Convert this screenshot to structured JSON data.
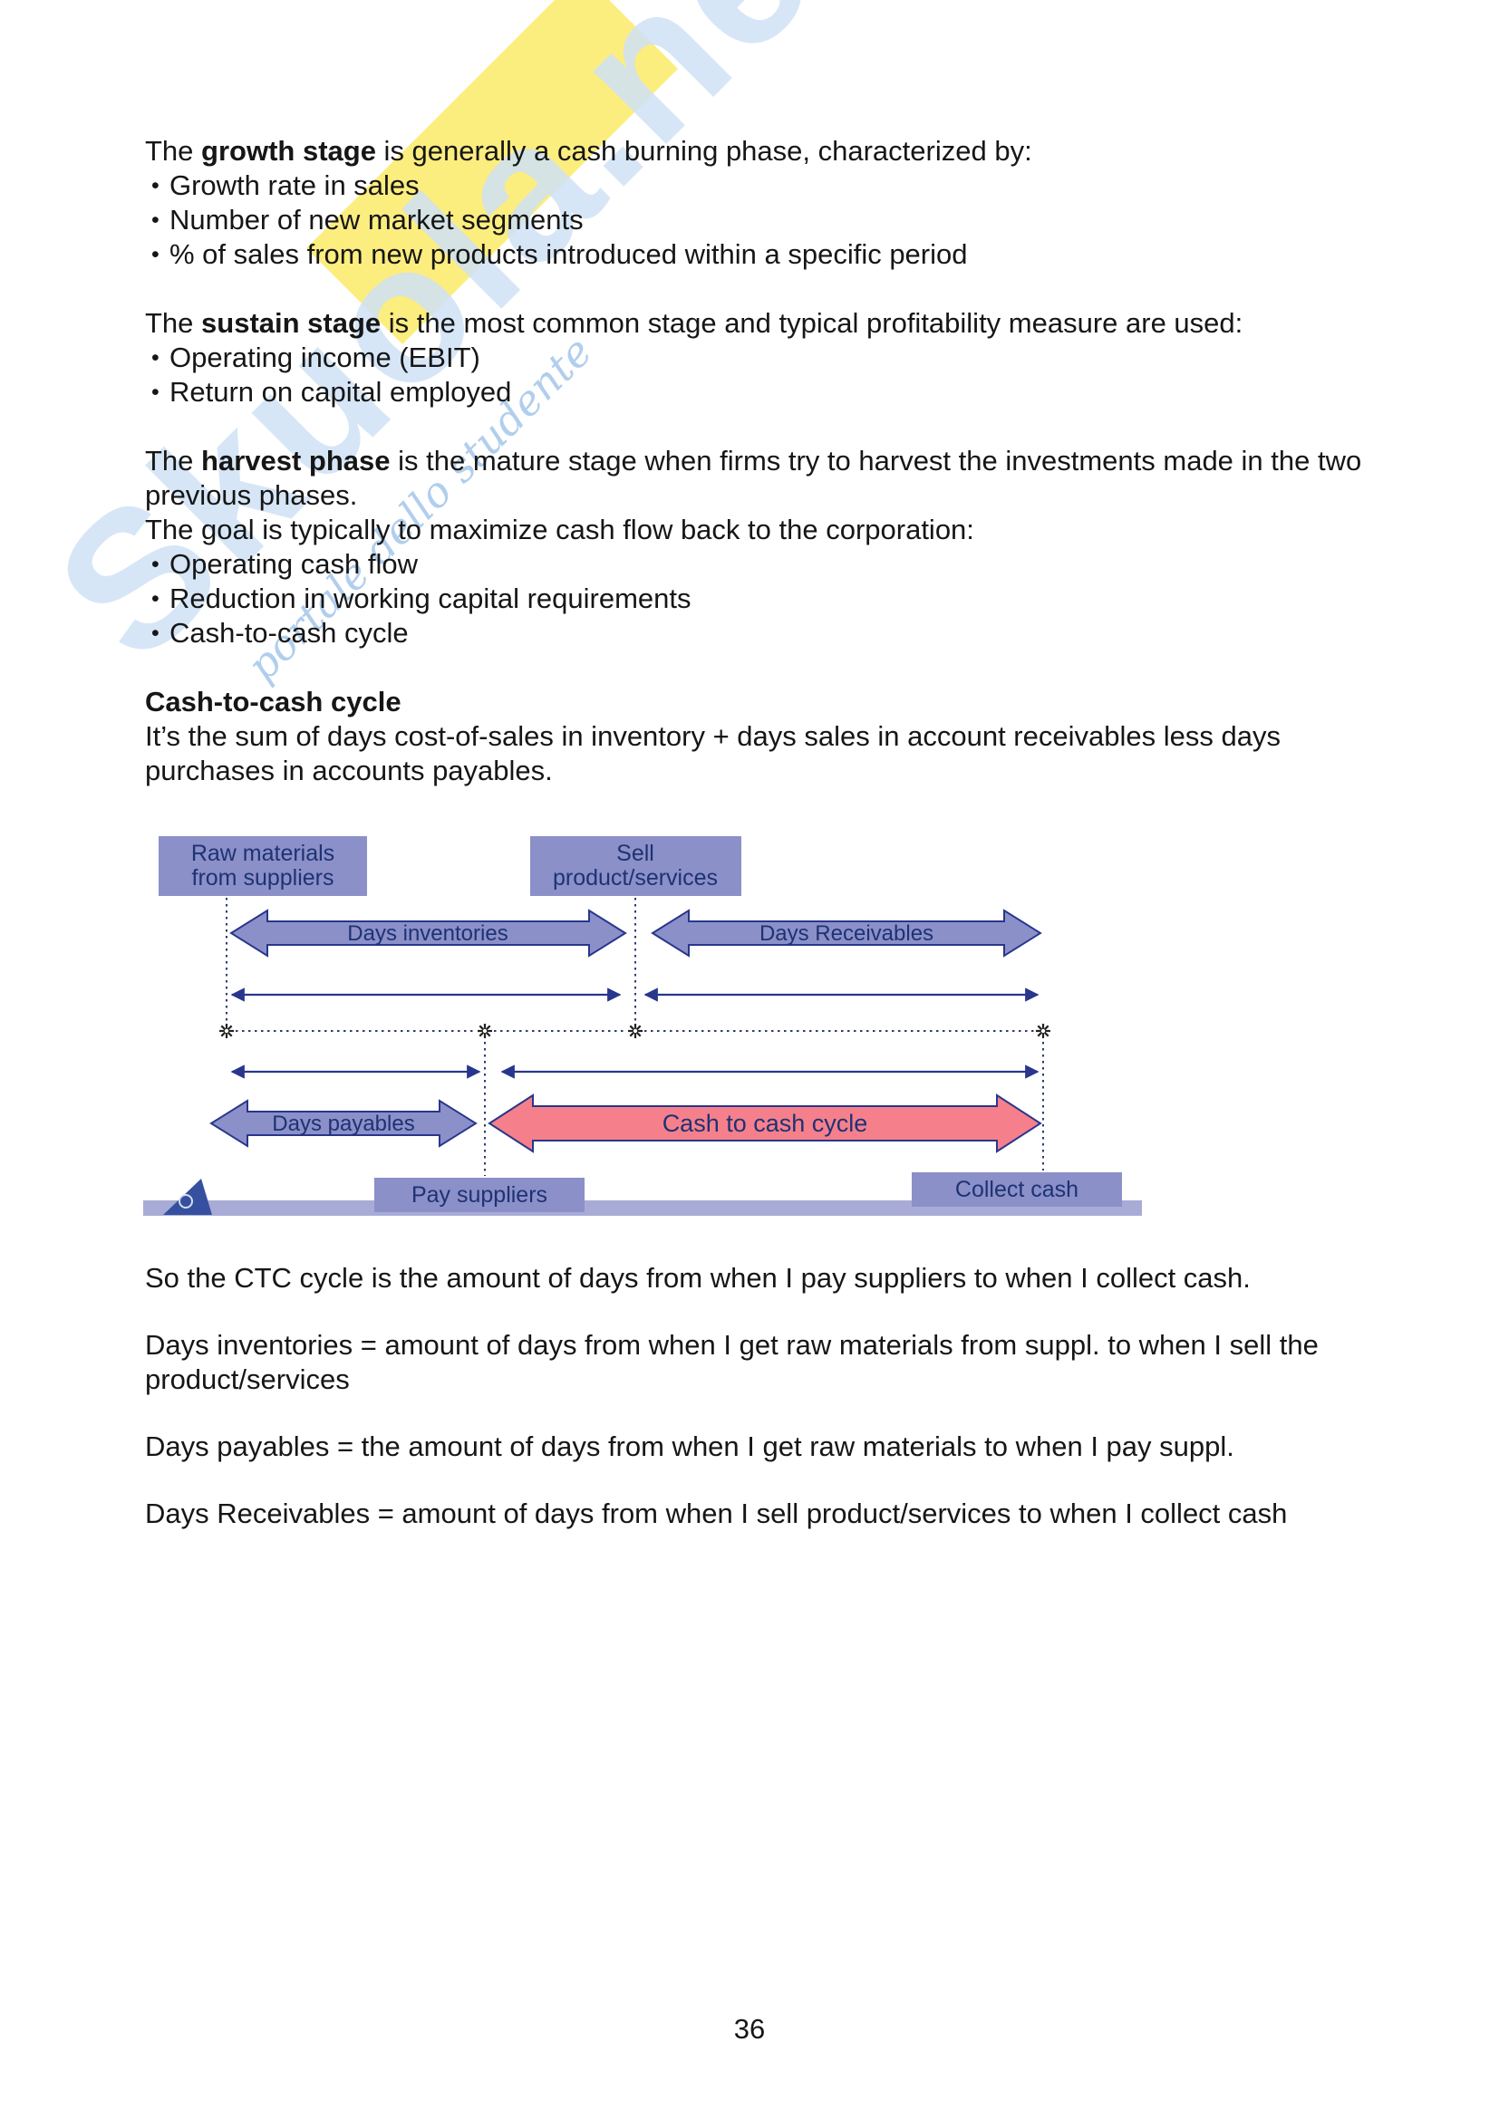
{
  "page": {
    "number": "36"
  },
  "watermark": {
    "brand": "Skuola.net",
    "tagline": "portale dello studente"
  },
  "sections": {
    "growth": {
      "prefix": "The ",
      "bold": "growth stage",
      "rest": " is generally a cash burning phase, characterized by:",
      "bullets": [
        "Growth rate in sales",
        "Number of new market segments",
        "% of sales from new products introduced within a specific period"
      ]
    },
    "sustain": {
      "prefix": "The ",
      "bold": "sustain stage",
      "rest": " is the most common stage and typical profitability measure are used:",
      "bullets": [
        "Operating income (EBIT)",
        "Return on capital employed"
      ]
    },
    "harvest": {
      "prefix": "The ",
      "bold": "harvest phase",
      "rest": " is the mature stage when firms try to harvest the investments made in the two previous phases.",
      "goal_line": "The goal is typically to maximize cash flow back to the corporation:",
      "bullets": [
        "Operating cash flow",
        "Reduction in working capital requirements",
        "Cash-to-cash cycle"
      ]
    },
    "ctc": {
      "heading": "Cash-to-cash cycle",
      "description": "It’s the sum of days cost-of-sales in inventory + days sales in account receivables less days purchases in accounts payables."
    }
  },
  "diagram": {
    "raw_materials_line1": "Raw materials",
    "raw_materials_line2": "from suppliers",
    "sell_line1": "Sell",
    "sell_line2": "product/services",
    "days_inventories": "Days inventories",
    "days_receivables": "Days Receivables",
    "days_payables": "Days payables",
    "cash_to_cash": "Cash to cash cycle",
    "pay_suppliers": "Pay suppliers",
    "collect_cash": "Collect cash",
    "colors": {
      "box_fill": "#8b90c8",
      "arrow_fill": "#8b90c8",
      "ctc_fill": "#f5808b",
      "outline": "#28368c",
      "bar_fill": "#a9abd7",
      "text": "#1e3274"
    }
  },
  "notes": [
    "So the CTC cycle is the amount of days from when I pay suppliers to when I collect cash.",
    "Days inventories = amount of days from when I get raw materials from suppl. to when I sell the product/services",
    "Days payables = the amount of days from when I get raw materials to when I pay suppl.",
    "Days Receivables = amount of days from when I sell product/services to when I collect cash"
  ]
}
